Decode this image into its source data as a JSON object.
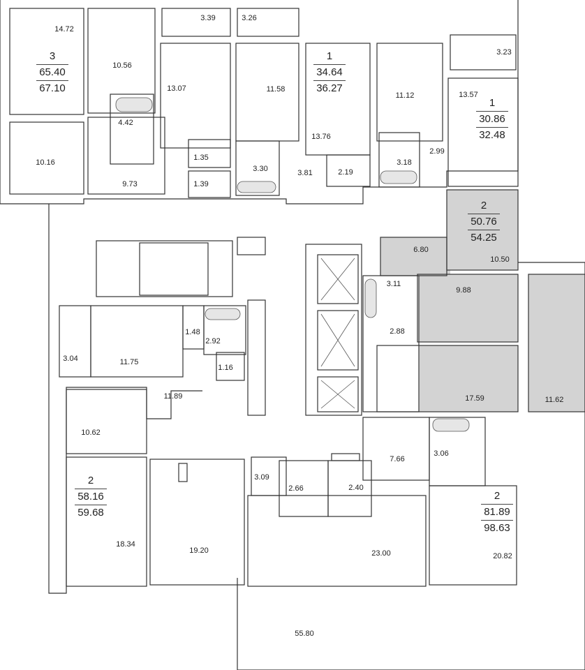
{
  "colors": {
    "wall": "#333333",
    "highlight": "#d3d3d3",
    "background": "#ffffff"
  },
  "apartments": [
    {
      "rooms": "3",
      "living_area": "65.40",
      "total_area": "67.10"
    },
    {
      "rooms": "1",
      "living_area": "34.64",
      "total_area": "36.27"
    },
    {
      "rooms": "1",
      "living_area": "30.86",
      "total_area": "32.48"
    },
    {
      "rooms": "2",
      "living_area": "50.76",
      "total_area": "54.25",
      "highlighted": true
    },
    {
      "rooms": "2",
      "living_area": "58.16",
      "total_area": "59.68"
    },
    {
      "rooms": "2",
      "living_area": "81.89",
      "total_area": "98.63"
    }
  ],
  "room_areas": [
    "14.72",
    "10.56",
    "3.39",
    "3.26",
    "13.07",
    "11.58",
    "4.42",
    "10.16",
    "9.73",
    "1.35",
    "1.39",
    "3.30",
    "3.81",
    "2.19",
    "13.76",
    "11.12",
    "13.57",
    "3.23",
    "2.99",
    "3.18",
    "6.80",
    "10.50",
    "3.11",
    "9.88",
    "2.88",
    "17.59",
    "11.62",
    "3.04",
    "11.75",
    "1.48",
    "2.92",
    "1.16",
    "11.89",
    "10.62",
    "18.34",
    "19.20",
    "3.09",
    "2.66",
    "2.40",
    "7.66",
    "3.06",
    "23.00",
    "20.82",
    "55.80"
  ]
}
